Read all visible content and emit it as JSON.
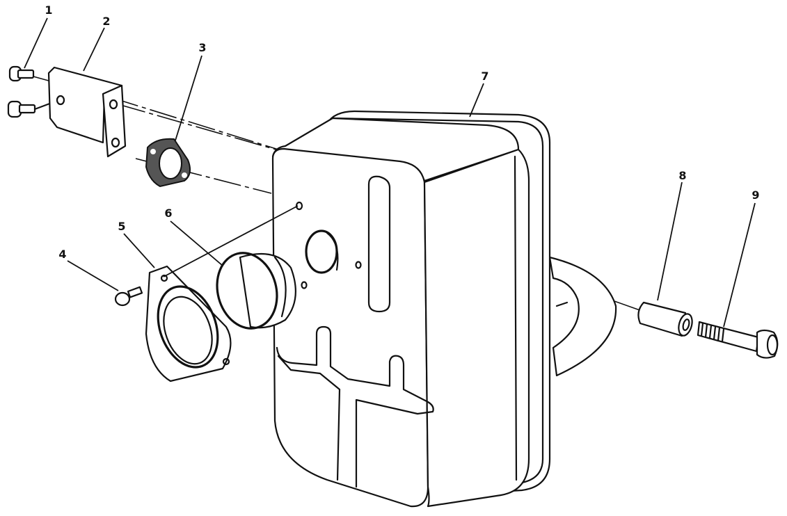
{
  "diagram": {
    "type": "exploded parts diagram",
    "callouts": [
      {
        "id": "1",
        "label": "1"
      },
      {
        "id": "2",
        "label": "2"
      },
      {
        "id": "3",
        "label": "3"
      },
      {
        "id": "4",
        "label": "4"
      },
      {
        "id": "5",
        "label": "5"
      },
      {
        "id": "6",
        "label": "6"
      },
      {
        "id": "7",
        "label": "7"
      },
      {
        "id": "8",
        "label": "8"
      },
      {
        "id": "9",
        "label": "9"
      }
    ],
    "colors": {
      "line": "#111111",
      "background": "#ffffff"
    }
  }
}
